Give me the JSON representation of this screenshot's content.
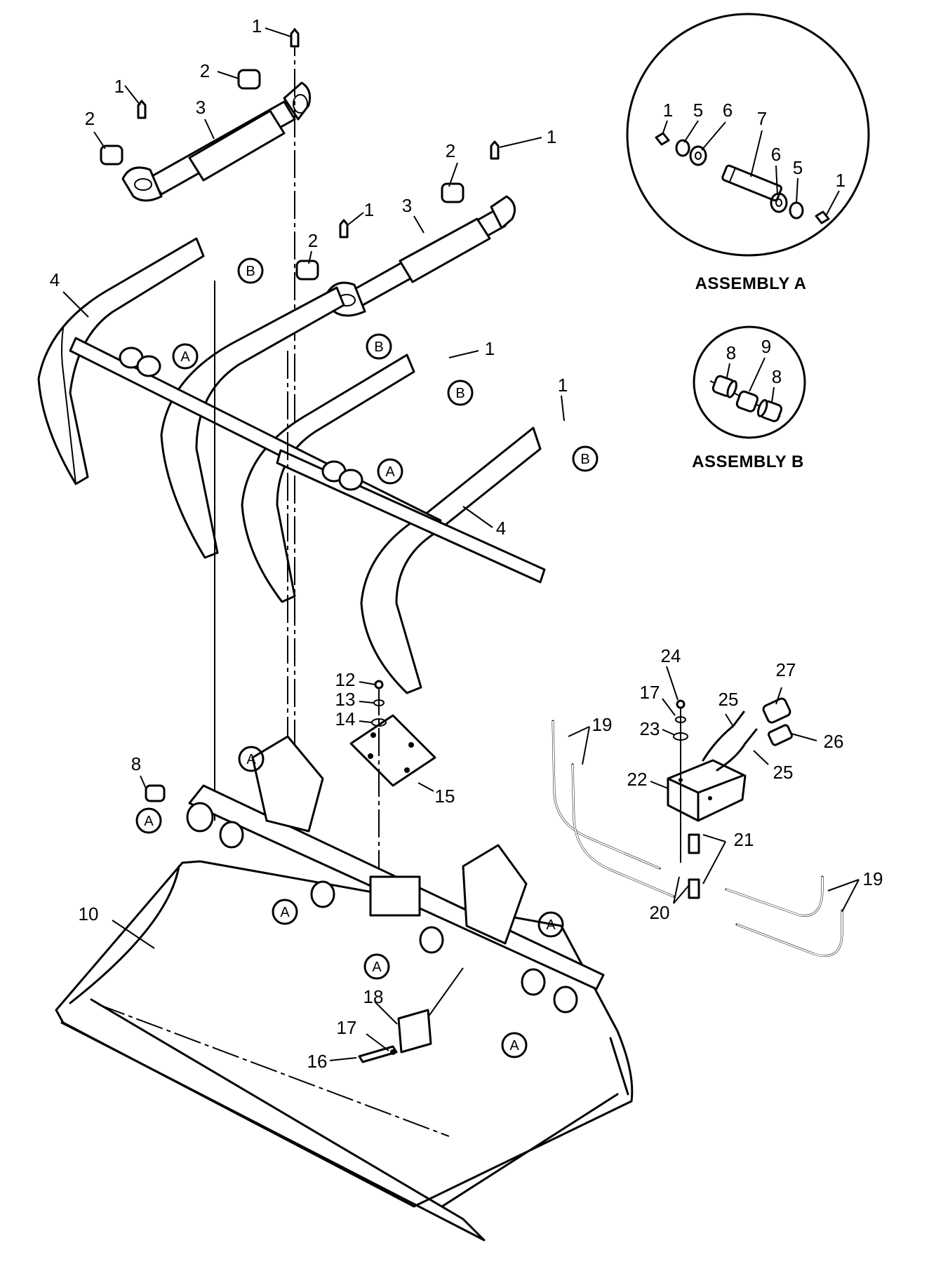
{
  "callouts": [
    {
      "id": "c-1a",
      "text": "1"
    },
    {
      "id": "c-2a",
      "text": "2"
    },
    {
      "id": "c-1b",
      "text": "1"
    },
    {
      "id": "c-2b",
      "text": "2"
    },
    {
      "id": "c-3a",
      "text": "3"
    },
    {
      "id": "c-2c",
      "text": "2"
    },
    {
      "id": "c-1c",
      "text": "1"
    },
    {
      "id": "c-1d",
      "text": "1"
    },
    {
      "id": "c-3b",
      "text": "3"
    },
    {
      "id": "c-2d",
      "text": "2"
    },
    {
      "id": "c-4a",
      "text": "4"
    },
    {
      "id": "c-1e",
      "text": "1"
    },
    {
      "id": "c-1f",
      "text": "1"
    },
    {
      "id": "c-4b",
      "text": "4"
    },
    {
      "id": "c-12",
      "text": "12"
    },
    {
      "id": "c-13",
      "text": "13"
    },
    {
      "id": "c-14",
      "text": "14"
    },
    {
      "id": "c-15",
      "text": "15"
    },
    {
      "id": "c-8",
      "text": "8"
    },
    {
      "id": "c-10",
      "text": "10"
    },
    {
      "id": "c-18",
      "text": "18"
    },
    {
      "id": "c-17b",
      "text": "17"
    },
    {
      "id": "c-16",
      "text": "16"
    },
    {
      "id": "c-24",
      "text": "24"
    },
    {
      "id": "c-27",
      "text": "27"
    },
    {
      "id": "c-17a",
      "text": "17"
    },
    {
      "id": "c-25a",
      "text": "25"
    },
    {
      "id": "c-23",
      "text": "23"
    },
    {
      "id": "c-19a",
      "text": "19"
    },
    {
      "id": "c-26",
      "text": "26"
    },
    {
      "id": "c-22",
      "text": "22"
    },
    {
      "id": "c-25b",
      "text": "25"
    },
    {
      "id": "c-21",
      "text": "21"
    },
    {
      "id": "c-19b",
      "text": "19"
    },
    {
      "id": "c-20",
      "text": "20"
    }
  ],
  "refs": {
    "A": "A",
    "B": "B"
  },
  "assembly_a": {
    "title": "ASSEMBLY A",
    "callouts": [
      "1",
      "5",
      "6",
      "7",
      "6",
      "5",
      "1"
    ]
  },
  "assembly_b": {
    "title": "ASSEMBLY B",
    "callouts": [
      "8",
      "9",
      "8"
    ]
  }
}
